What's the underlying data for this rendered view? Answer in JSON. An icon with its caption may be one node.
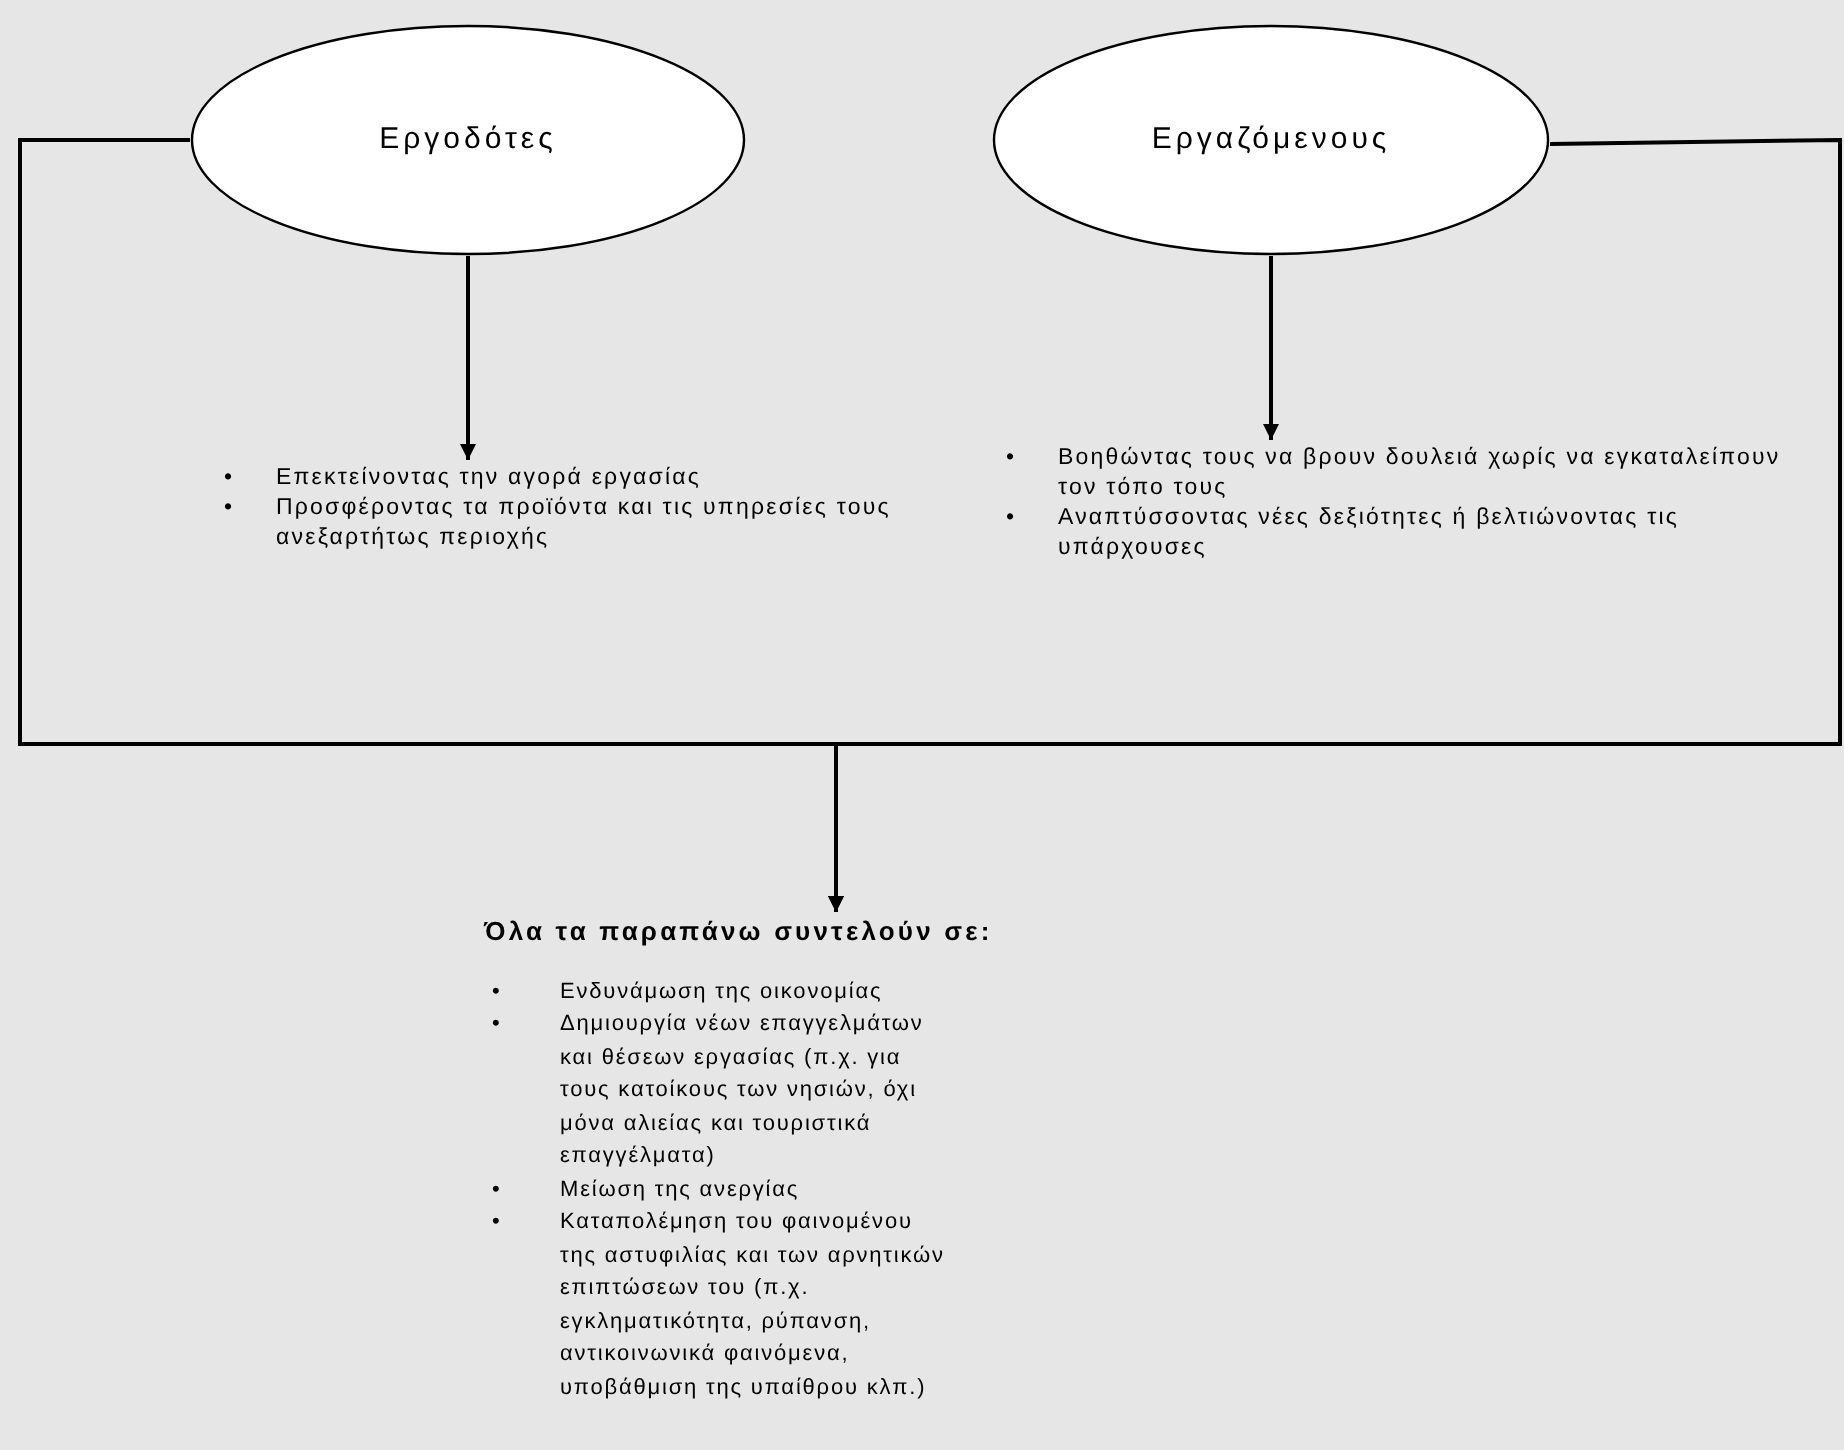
{
  "diagram": {
    "nodes": [
      {
        "text": [
          "Εργοδότες"
        ]
      },
      {
        "text": [
          "Εργαζόμενους"
        ]
      },
      {
        "text": [
          "Επεκτείνοντας την αγορά εργασίας",
          "Προσφέροντας τα προϊόντα και τις υπηρεσίες τους ανεξαρτήτως περιοχής"
        ]
      },
      {
        "text": [
          "Βοηθώντας τους να βρουν δουλειά χωρίς να εγκαταλείπουν τον τόπο τους",
          "Αναπτύσσοντας νέες δεξιότητες ή βελτιώνοντας τις υπάρχουσες"
        ]
      },
      {
        "text": [
          "Όλα τα παραπάνω συντελούν σε:",
          "Ενδυνάμωση της οικονομίας",
          "Δημιουργία νέων επαγγελμάτων και θέσεων εργασίας (π.χ. για τους κατοίκους των νησιών, όχι μόνα αλιείας και τουριστικά επαγγέλματα)",
          "Μείωση της ανεργίας",
          "Καταπολέμηση του φαινομένου της αστυφιλίας και των αρνητικών επιπτώσεων του (π.χ. εγκληματικότητα, ρύπανση, αντικοινωνικά φαινόμενα, υποβάθμιση της υπαίθρου κλπ.)"
        ]
      }
    ],
    "edges": [
      {
        "from": 0,
        "to": 2,
        "arrow": "to"
      },
      {
        "from": 1,
        "to": 3,
        "arrow": "to"
      },
      {
        "from": 0,
        "to": 4,
        "arrow": "to"
      },
      {
        "from": 1,
        "to": 4,
        "arrow": "to"
      }
    ],
    "labels": [
      "•",
      "•",
      "•",
      "•",
      "•",
      "•",
      "•",
      "•"
    ]
  }
}
